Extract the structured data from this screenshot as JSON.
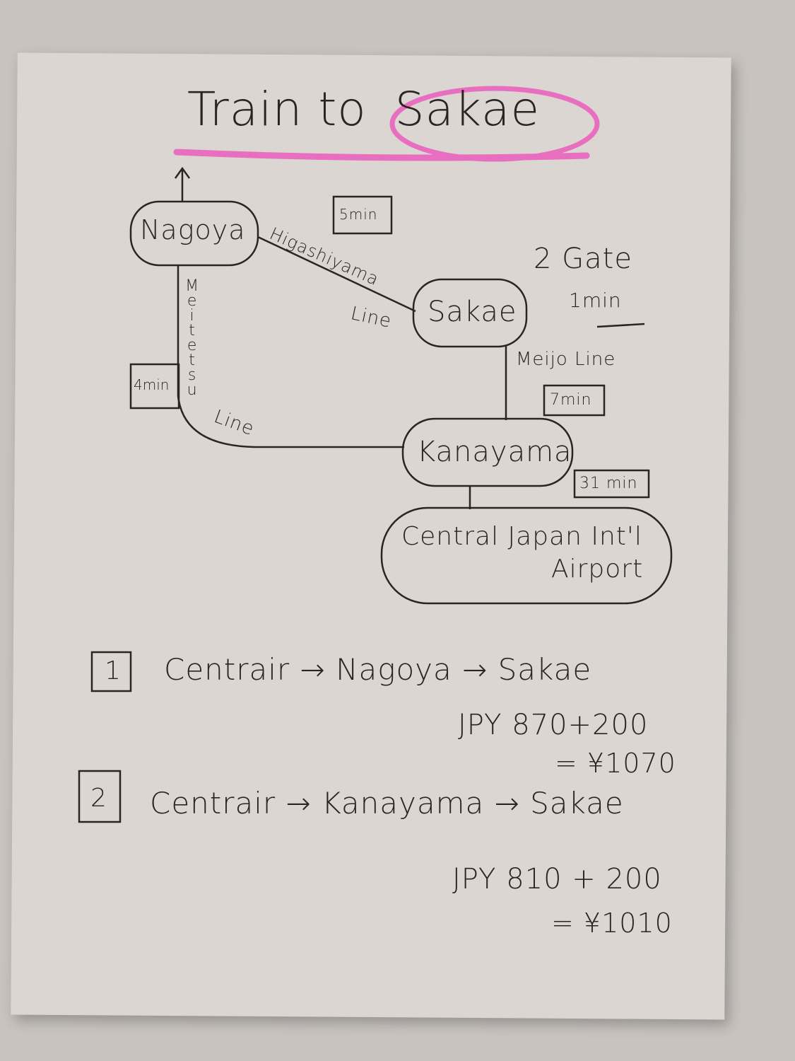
{
  "title": {
    "prefix": "Train to",
    "highlight": "Sakae"
  },
  "stations": {
    "nagoya": "Nagoya",
    "sakae": "Sakae",
    "kanayama": "Kanayama",
    "airport_line1": "Central Japan Int'l",
    "airport_line2": "Airport"
  },
  "lines": {
    "higashiyama_1": "Higashiyama",
    "higashiyama_2": "Line",
    "meijo": "Meijo Line",
    "meitetsu_1": "Meitetsu",
    "meitetsu_2": "Line"
  },
  "times": {
    "nagoya_sakae": "5min",
    "meitetsu": "4min",
    "meijo": "7min",
    "airport_kanayama": "31 min"
  },
  "note": {
    "line1": "2 Gate",
    "line2": "1min"
  },
  "routes": [
    {
      "num": "1",
      "path": "Centrair → Nagoya → Sakae",
      "fare": "JPY 870+200",
      "total": "= ¥1070"
    },
    {
      "num": "2",
      "path": "Centrair → Kanayama → Sakae",
      "fare": "JPY 810 + 200",
      "total": "= ¥1010"
    }
  ],
  "colors": {
    "highlight": "#e86fc0",
    "ink": "#2a2522",
    "paper": "#dbd6d1"
  }
}
